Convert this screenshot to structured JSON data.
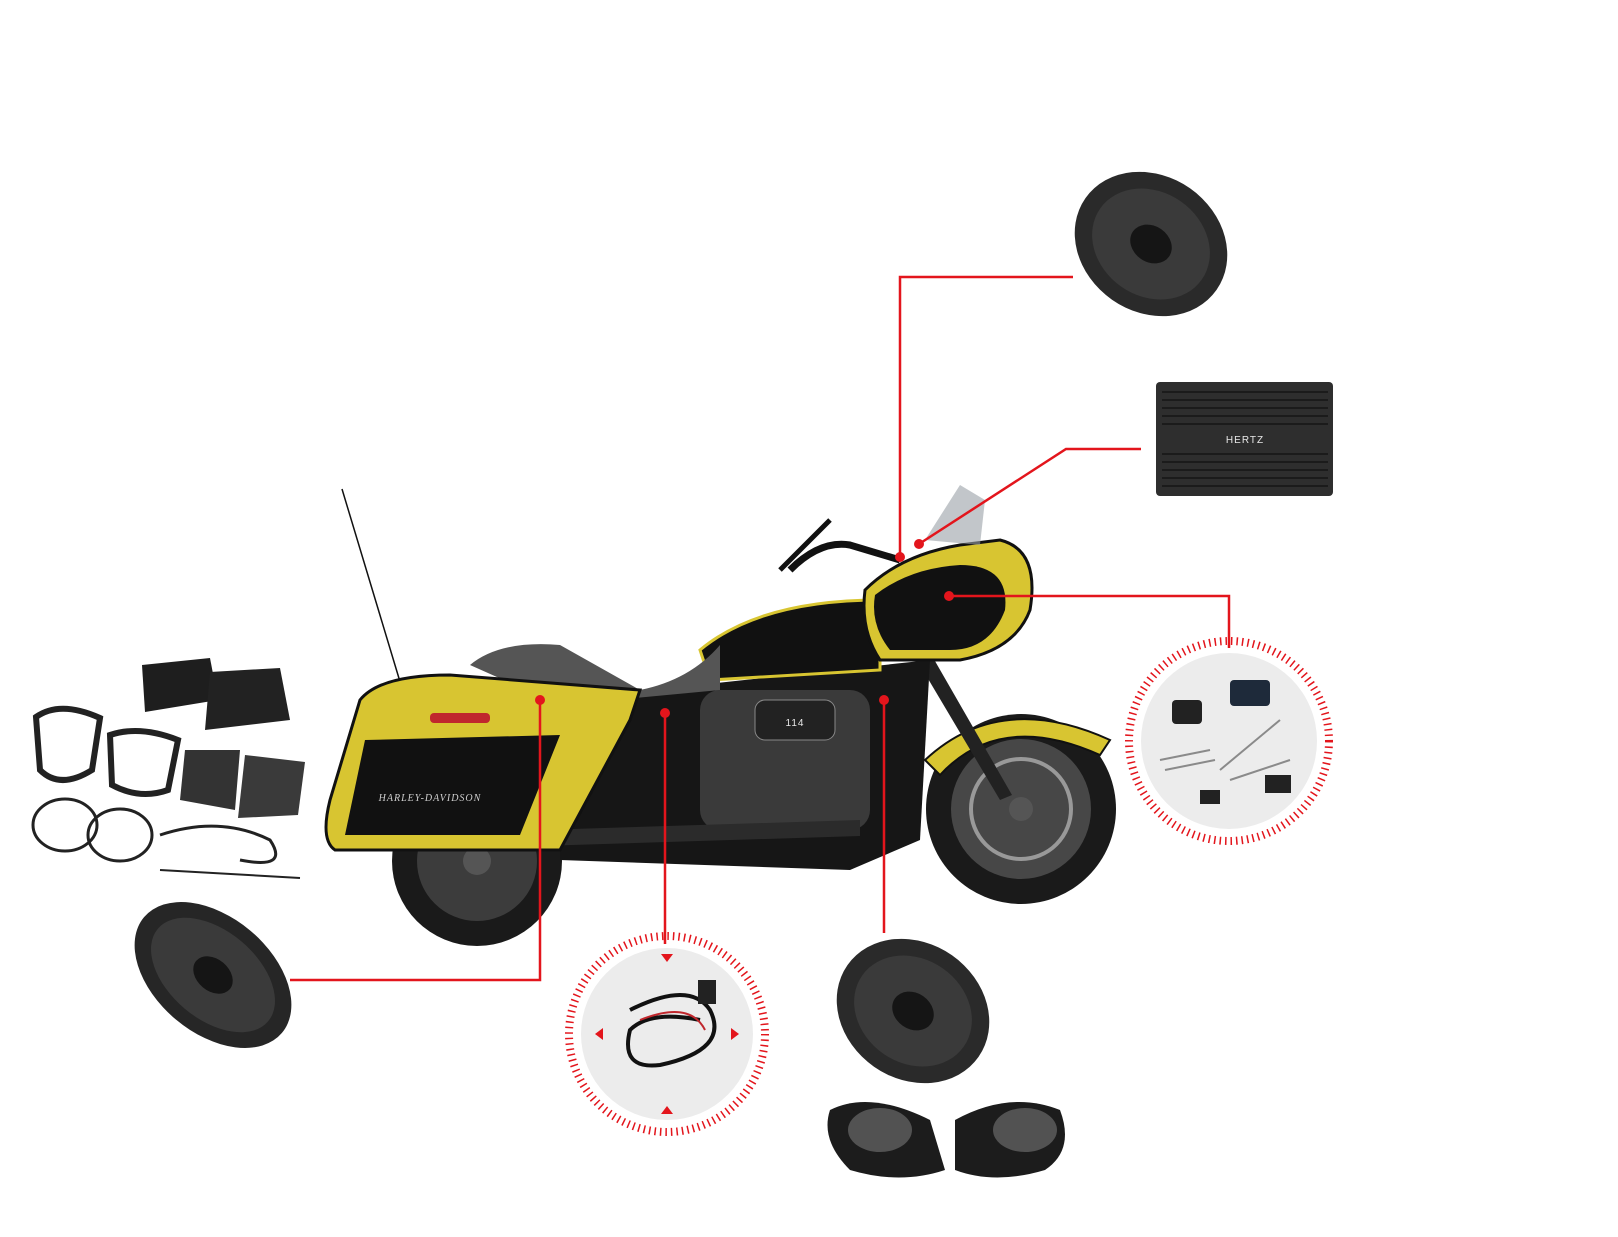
{
  "diagram": {
    "amplifier": {
      "brand_label": "HERTZ"
    },
    "saddlebag": {
      "brand_label": "HARLEY-DAVIDSON"
    },
    "engine": {
      "badge_label": "114"
    },
    "colors": {
      "leader_line": "#e3151c",
      "bike_body": "#d8c531",
      "bike_dark": "#111111",
      "component": "#2a2a2a",
      "callout_bg": "#ececec"
    },
    "components": [
      {
        "id": "fairing-speaker",
        "icon": "coaxial-speaker"
      },
      {
        "id": "amplifier",
        "icon": "amplifier"
      },
      {
        "id": "fairing-harness",
        "icon": "wiring-connectors"
      },
      {
        "id": "saddlebag-speaker",
        "icon": "6x9-speaker"
      },
      {
        "id": "saddlebag-lid-kit",
        "icon": "speaker-lid-kit"
      },
      {
        "id": "amp-harness",
        "icon": "wiring-harness"
      },
      {
        "id": "lower-speaker",
        "icon": "coaxial-speaker"
      },
      {
        "id": "lower-pods",
        "icon": "speaker-pods"
      }
    ]
  }
}
